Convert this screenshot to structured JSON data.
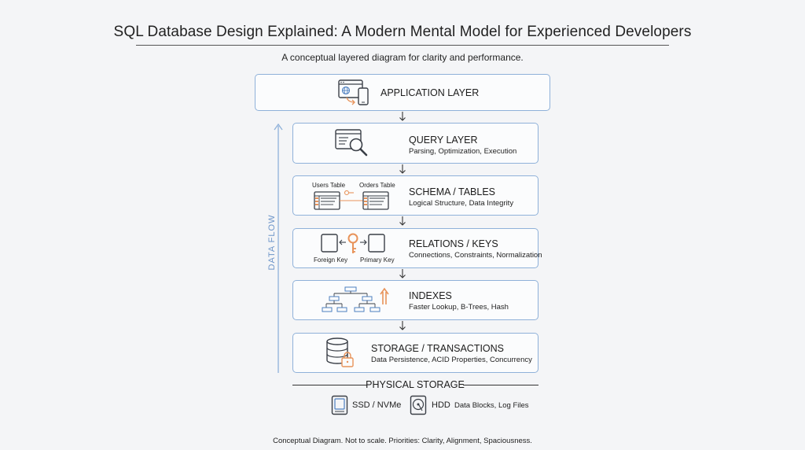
{
  "title": "SQL Database Design Explained: A Modern Mental Model for Experienced Developers",
  "subtitle": "A conceptual layered diagram for clarity and performance.",
  "layers": [
    {
      "name": "APPLICATION LAYER",
      "desc": ""
    },
    {
      "name": "QUERY LAYER",
      "desc": "Parsing, Optimization, Execution"
    },
    {
      "name": "SCHEMA / TABLES",
      "desc": "Logical Structure, Data Integrity"
    },
    {
      "name": "RELATIONS / KEYS",
      "desc": "Connections, Constraints, Normalization"
    },
    {
      "name": "INDEXES",
      "desc": "Faster Lookup, B-Trees, Hash"
    },
    {
      "name": "STORAGE / TRANSACTIONS",
      "desc": "Data Persistence, ACID Properties, Concurrency"
    }
  ],
  "schema_labels": {
    "users_table": "Users Table",
    "orders_table": "Orders Table"
  },
  "relation_labels": {
    "foreign_key": "Foreign Key",
    "primary_key": "Primary Key"
  },
  "data_flow_label": "DATA FLOW",
  "physical_storage": {
    "label": "PHYSICAL STORAGE",
    "ssd": "SSD / NVMe",
    "hdd": "HDD",
    "hdd_desc": "Data Blocks, Log Files"
  },
  "footer": "Conceptual Diagram. Not to scale. Priorities: Clarity, Alignment, Spaciousness.",
  "colors": {
    "border_blue": "#8fb1d9",
    "accent_orange": "#e8935a",
    "icon_blue": "#4d7fc0",
    "icon_dark": "#3a3f47"
  }
}
